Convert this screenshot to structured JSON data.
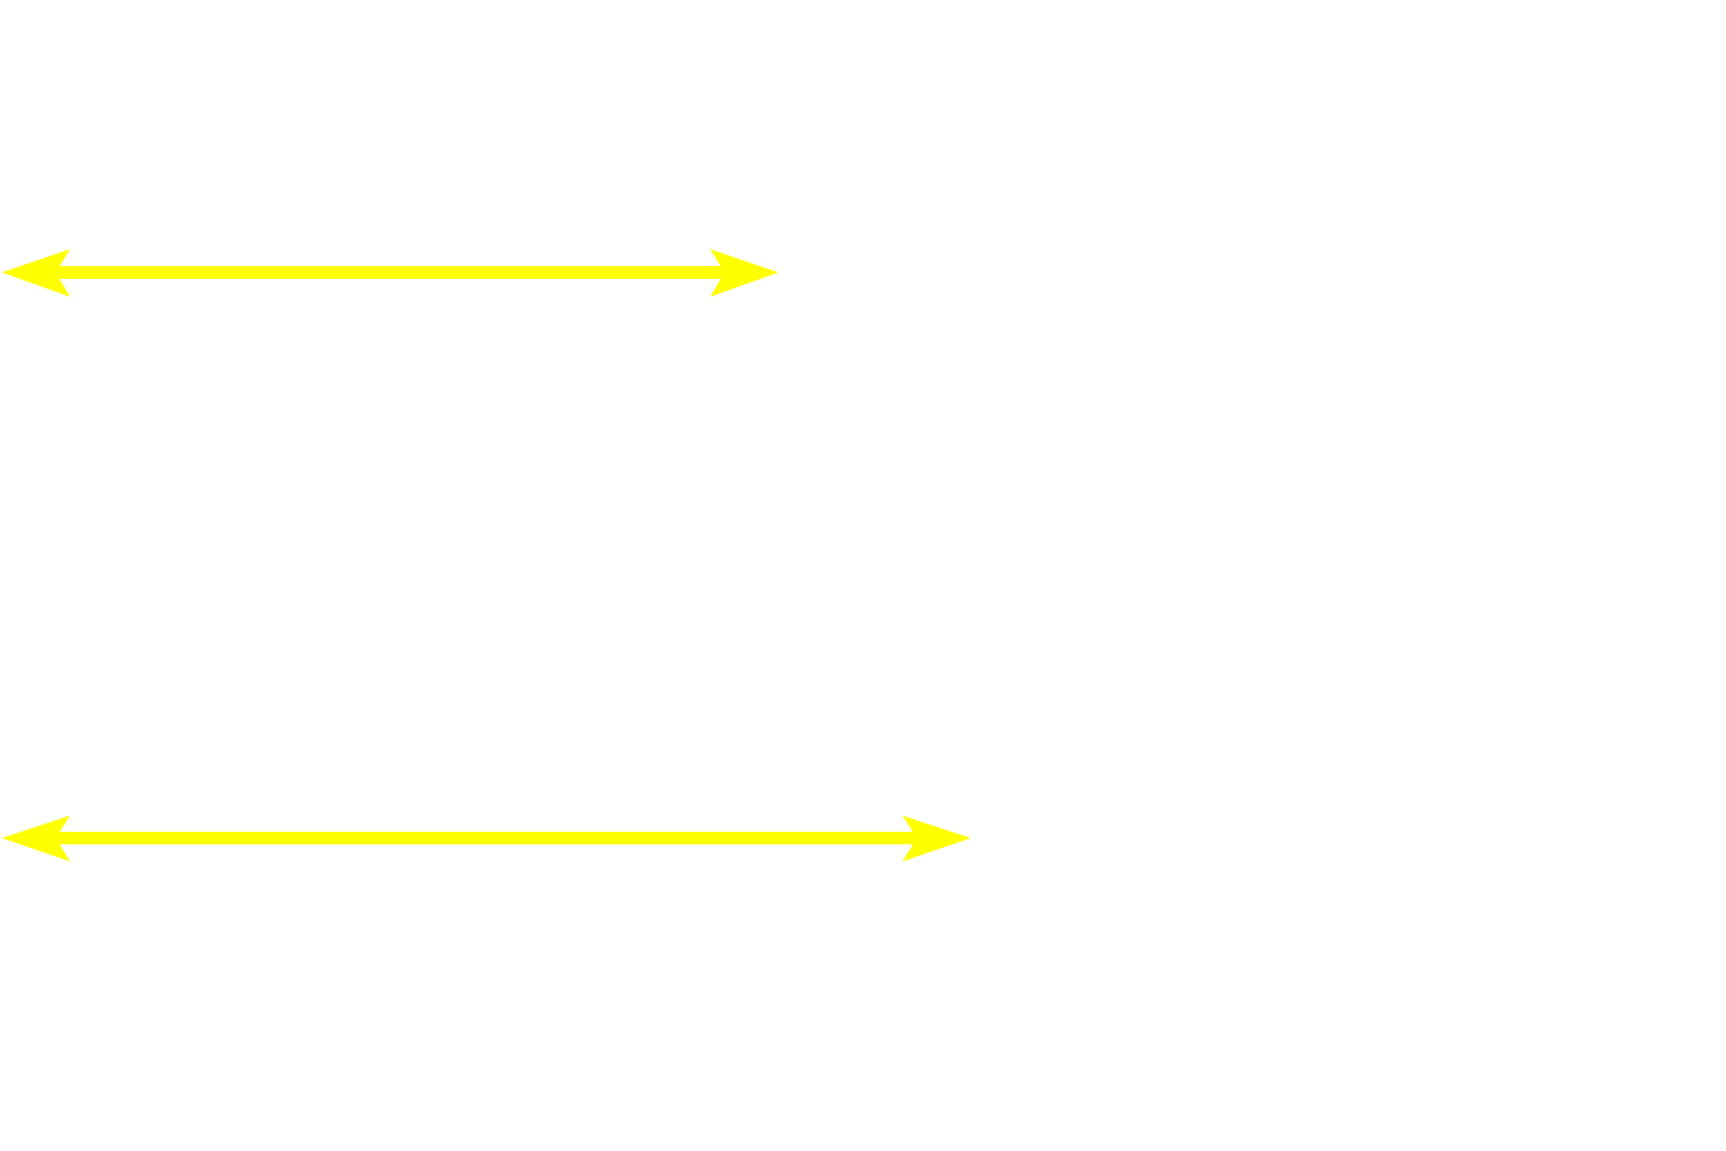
{
  "canvas": {
    "background": "#ffffff"
  },
  "arrows": [
    {
      "name": "double-headed-arrow-upper",
      "color": "#ffff00",
      "style": "double-headed"
    },
    {
      "name": "double-headed-arrow-lower",
      "color": "#ffff00",
      "style": "double-headed"
    }
  ]
}
